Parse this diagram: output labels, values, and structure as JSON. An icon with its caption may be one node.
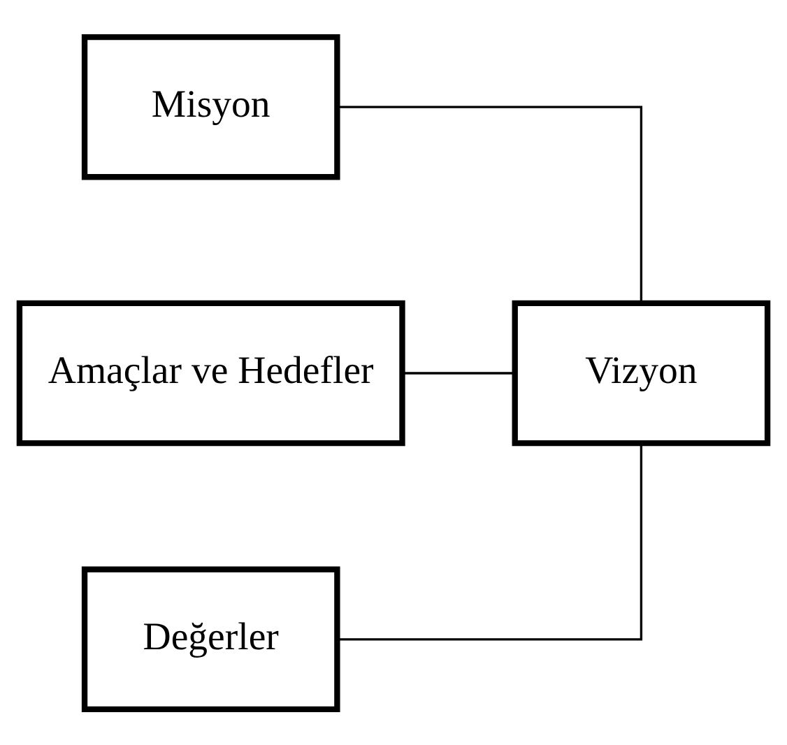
{
  "diagram": {
    "nodes": [
      {
        "text": [
          "Misyon"
        ]
      },
      {
        "text": [
          "Amaçlar ve Hedefler"
        ]
      },
      {
        "text": [
          "Değerler"
        ]
      },
      {
        "text": [
          "Vizyon"
        ]
      }
    ],
    "edges": [
      {
        "from": 0,
        "to": 3,
        "arrow": "none"
      },
      {
        "from": 1,
        "to": 3,
        "arrow": "none"
      },
      {
        "from": 2,
        "to": 3,
        "arrow": "none"
      }
    ]
  }
}
